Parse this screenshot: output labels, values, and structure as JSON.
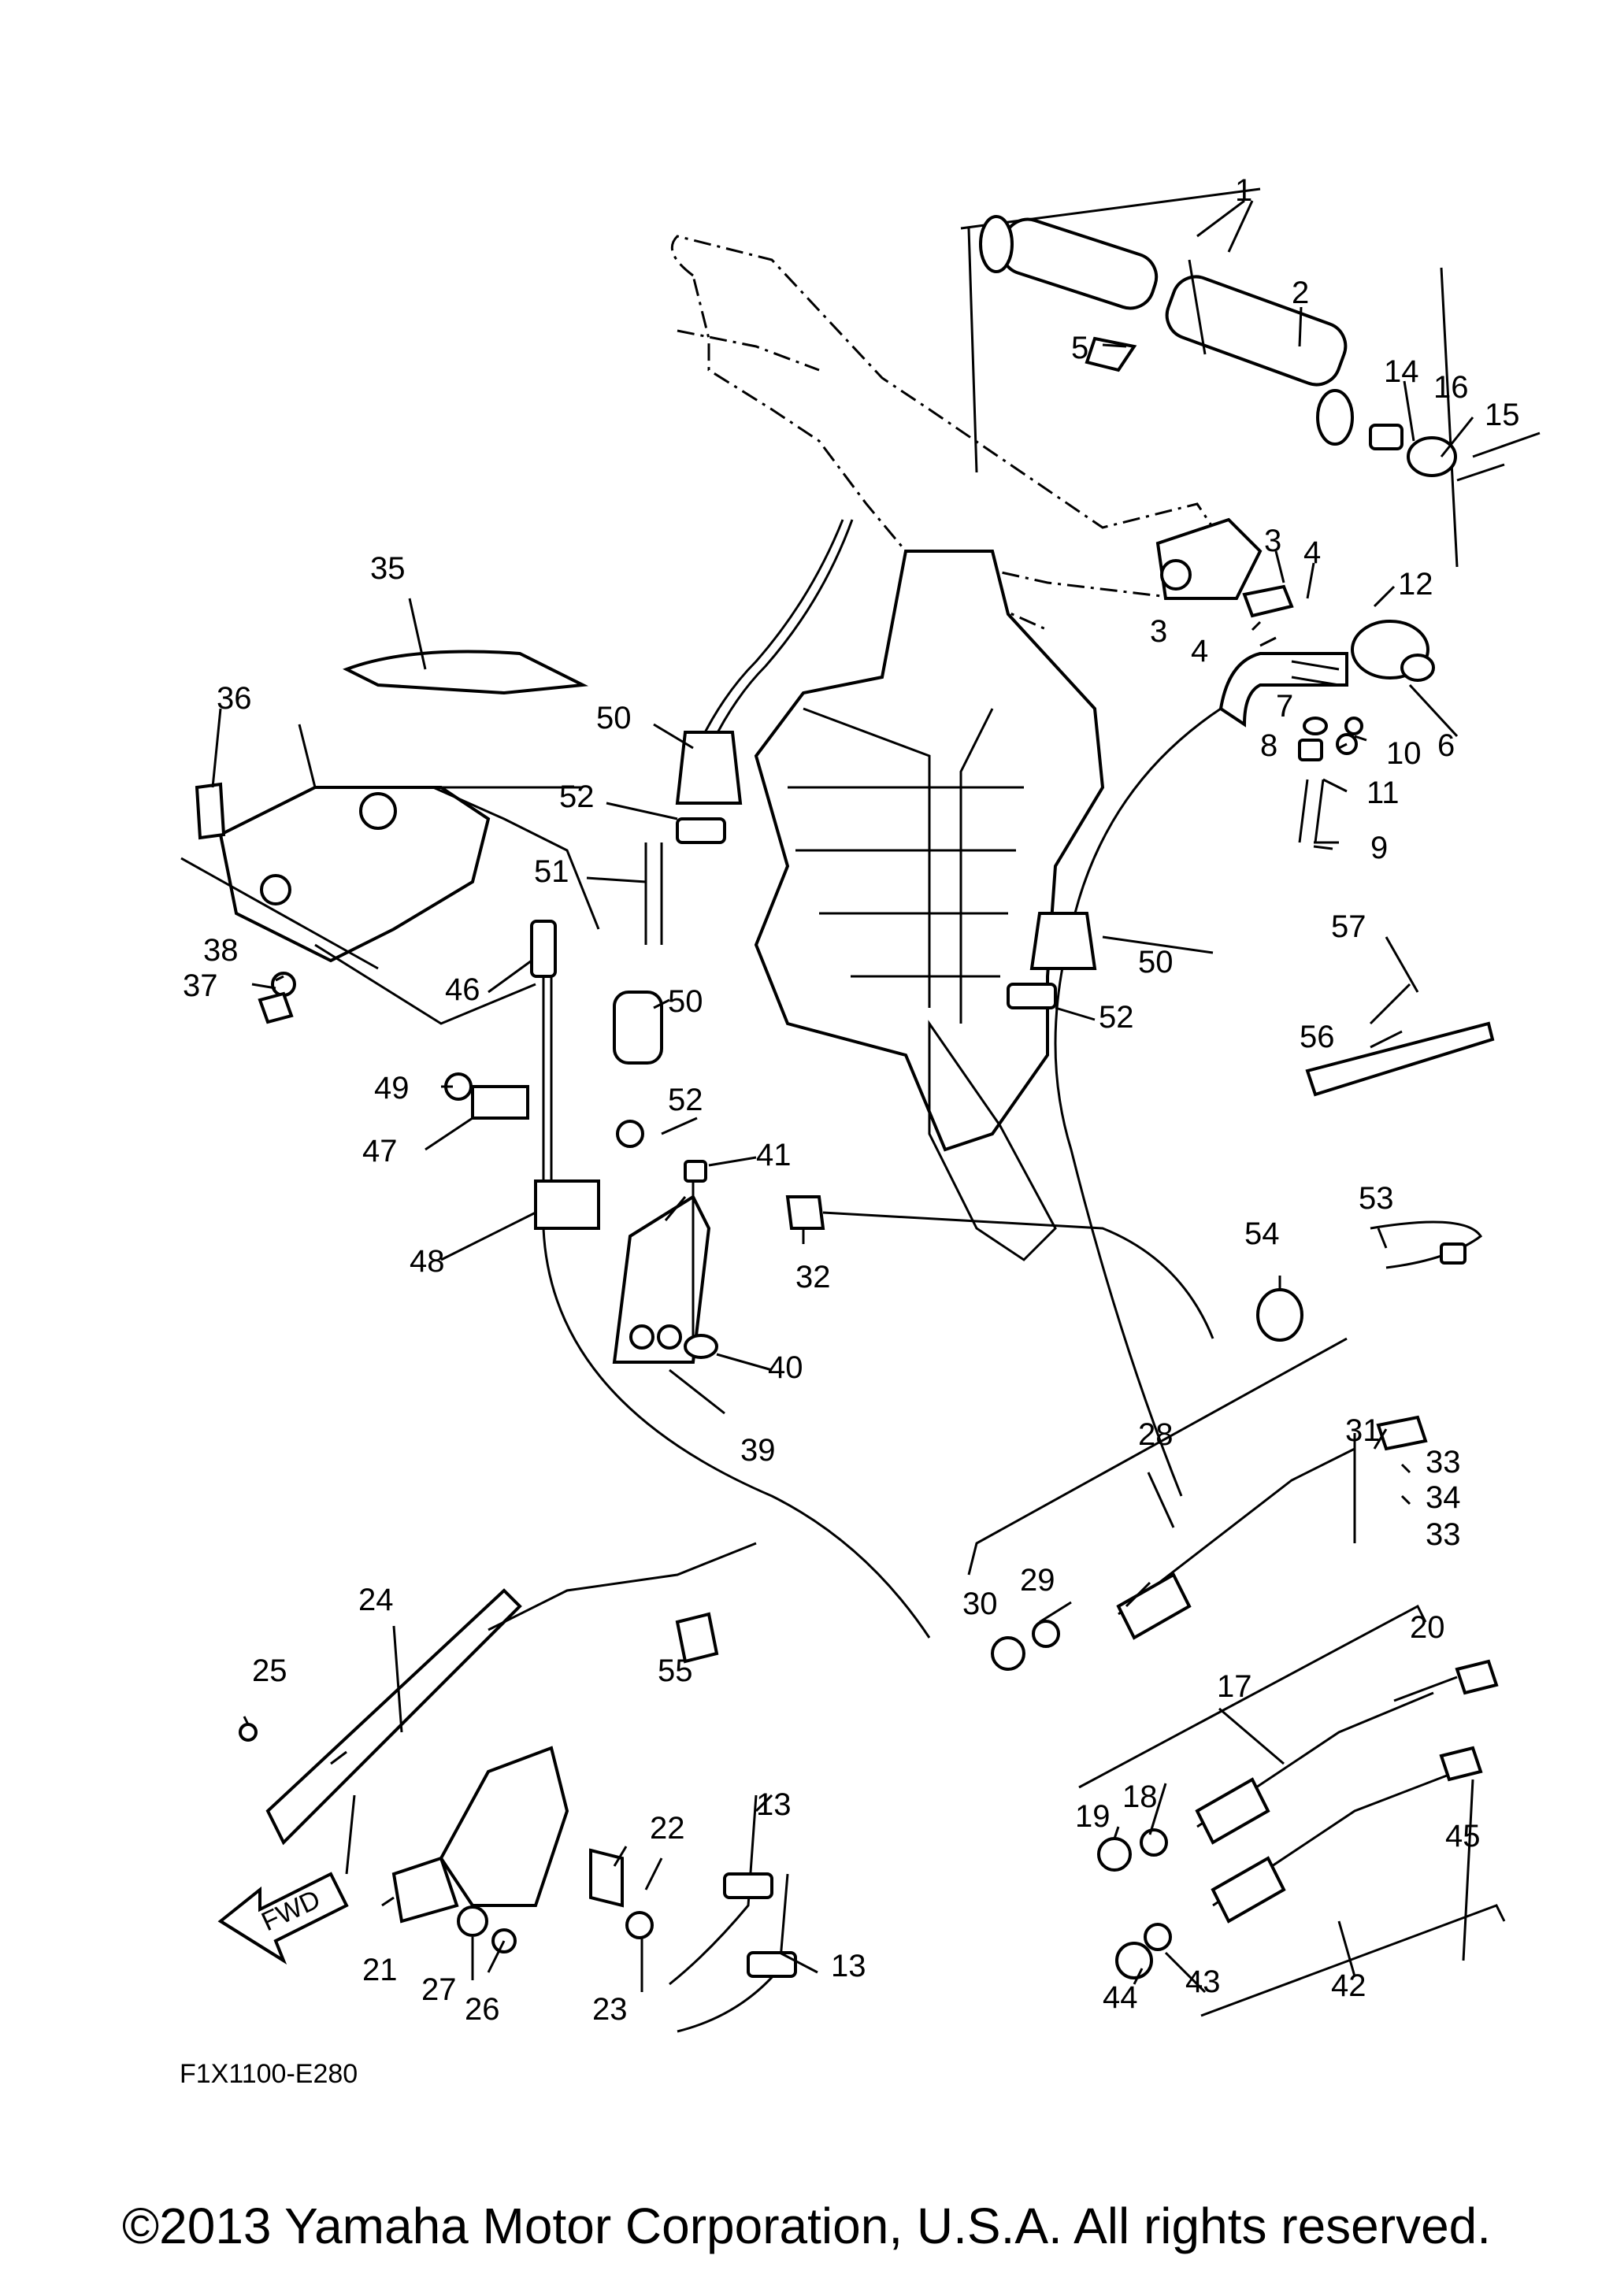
{
  "figure_code": "F1X1100-E280",
  "fwd_label": "FWD",
  "copyright": "©2013 Yamaha Motor Corporation, U.S.A. All rights reserved.",
  "callouts": [
    {
      "id": "c1",
      "n": "1"
    },
    {
      "id": "c2",
      "n": "2"
    },
    {
      "id": "c3a",
      "n": "3"
    },
    {
      "id": "c3b",
      "n": "3"
    },
    {
      "id": "c4a",
      "n": "4"
    },
    {
      "id": "c4b",
      "n": "4"
    },
    {
      "id": "c5",
      "n": "5"
    },
    {
      "id": "c6",
      "n": "6"
    },
    {
      "id": "c7",
      "n": "7"
    },
    {
      "id": "c8",
      "n": "8"
    },
    {
      "id": "c9",
      "n": "9"
    },
    {
      "id": "c10",
      "n": "10"
    },
    {
      "id": "c11",
      "n": "11"
    },
    {
      "id": "c12",
      "n": "12"
    },
    {
      "id": "c13a",
      "n": "13"
    },
    {
      "id": "c13b",
      "n": "13"
    },
    {
      "id": "c14",
      "n": "14"
    },
    {
      "id": "c15",
      "n": "15"
    },
    {
      "id": "c16",
      "n": "16"
    },
    {
      "id": "c17",
      "n": "17"
    },
    {
      "id": "c18",
      "n": "18"
    },
    {
      "id": "c19",
      "n": "19"
    },
    {
      "id": "c20",
      "n": "20"
    },
    {
      "id": "c21",
      "n": "21"
    },
    {
      "id": "c22",
      "n": "22"
    },
    {
      "id": "c23",
      "n": "23"
    },
    {
      "id": "c24",
      "n": "24"
    },
    {
      "id": "c25",
      "n": "25"
    },
    {
      "id": "c26",
      "n": "26"
    },
    {
      "id": "c27",
      "n": "27"
    },
    {
      "id": "c28",
      "n": "28"
    },
    {
      "id": "c29",
      "n": "29"
    },
    {
      "id": "c30",
      "n": "30"
    },
    {
      "id": "c31",
      "n": "31"
    },
    {
      "id": "c32",
      "n": "32"
    },
    {
      "id": "c33a",
      "n": "33"
    },
    {
      "id": "c33b",
      "n": "33"
    },
    {
      "id": "c34",
      "n": "34"
    },
    {
      "id": "c35",
      "n": "35"
    },
    {
      "id": "c36",
      "n": "36"
    },
    {
      "id": "c37",
      "n": "37"
    },
    {
      "id": "c38",
      "n": "38"
    },
    {
      "id": "c39",
      "n": "39"
    },
    {
      "id": "c40",
      "n": "40"
    },
    {
      "id": "c41",
      "n": "41"
    },
    {
      "id": "c42",
      "n": "42"
    },
    {
      "id": "c43",
      "n": "43"
    },
    {
      "id": "c44",
      "n": "44"
    },
    {
      "id": "c45",
      "n": "45"
    },
    {
      "id": "c46",
      "n": "46"
    },
    {
      "id": "c47",
      "n": "47"
    },
    {
      "id": "c48",
      "n": "48"
    },
    {
      "id": "c49",
      "n": "49"
    },
    {
      "id": "c50a",
      "n": "50"
    },
    {
      "id": "c50b",
      "n": "50"
    },
    {
      "id": "c50c",
      "n": "50"
    },
    {
      "id": "c51",
      "n": "51"
    },
    {
      "id": "c52a",
      "n": "52"
    },
    {
      "id": "c52b",
      "n": "52"
    },
    {
      "id": "c52c",
      "n": "52"
    },
    {
      "id": "c53",
      "n": "53"
    },
    {
      "id": "c54",
      "n": "54"
    },
    {
      "id": "c55",
      "n": "55"
    },
    {
      "id": "c56",
      "n": "56"
    },
    {
      "id": "c57",
      "n": "57"
    }
  ]
}
